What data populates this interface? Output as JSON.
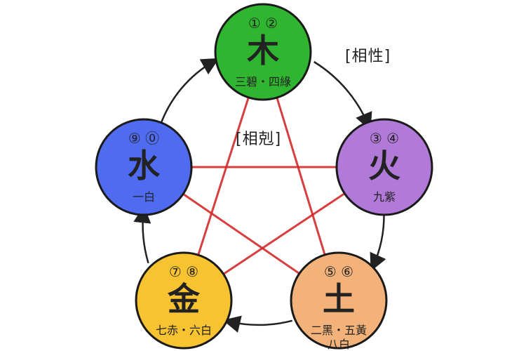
{
  "relations": {
    "generating": "[相性]",
    "overcoming": "[相剋]"
  },
  "elements": [
    {
      "char": "木",
      "numbers": [
        "①",
        "②"
      ],
      "sub": "三碧・四綠",
      "color": "#2fb52f"
    },
    {
      "char": "火",
      "numbers": [
        "③",
        "④"
      ],
      "sub": "九紫",
      "color": "#b27ad8"
    },
    {
      "char": "土",
      "numbers": [
        "⑤",
        "⑥"
      ],
      "sub": "二黑・五黃",
      "sub2": "八白",
      "color": "#f2b27a"
    },
    {
      "char": "金",
      "numbers": [
        "⑦",
        "⑧"
      ],
      "sub": "七赤・六白",
      "color": "#f7c330"
    },
    {
      "char": "水",
      "numbers": [
        "⑨",
        "⓪"
      ],
      "sub": "一白",
      "color": "#4f6cf0"
    }
  ],
  "colors": {
    "star_lines": "#d32a2a",
    "cycle_arrows": "#222222"
  }
}
